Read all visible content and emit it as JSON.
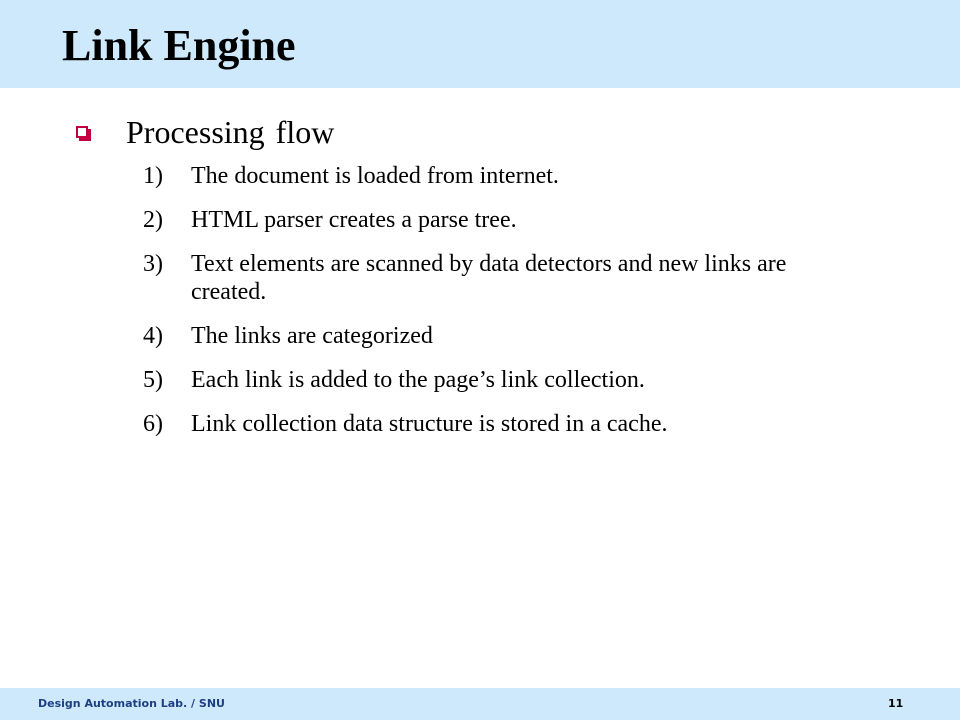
{
  "slide": {
    "title": "Link Engine",
    "section": "Processing flow",
    "steps": [
      {
        "num": "1)",
        "text": "The document is loaded from internet."
      },
      {
        "num": "2)",
        "text": "HTML parser creates a parse tree."
      },
      {
        "num": "3)",
        "text": "Text elements are scanned by data detectors and new links are created."
      },
      {
        "num": "4)",
        "text": "The links are categorized"
      },
      {
        "num": "5)",
        "text": "Each link is added to the page’s link collection."
      },
      {
        "num": "6)",
        "text": "Link collection data structure is stored in a cache."
      }
    ]
  },
  "footer": {
    "org": "Design Automation Lab. / SNU",
    "page_number": "11"
  },
  "colors": {
    "band": "#cfe9fc",
    "bullet": "#c00040",
    "footer_text": "#1f3f84"
  },
  "icons": {
    "bullet": "square-bullet-icon"
  }
}
